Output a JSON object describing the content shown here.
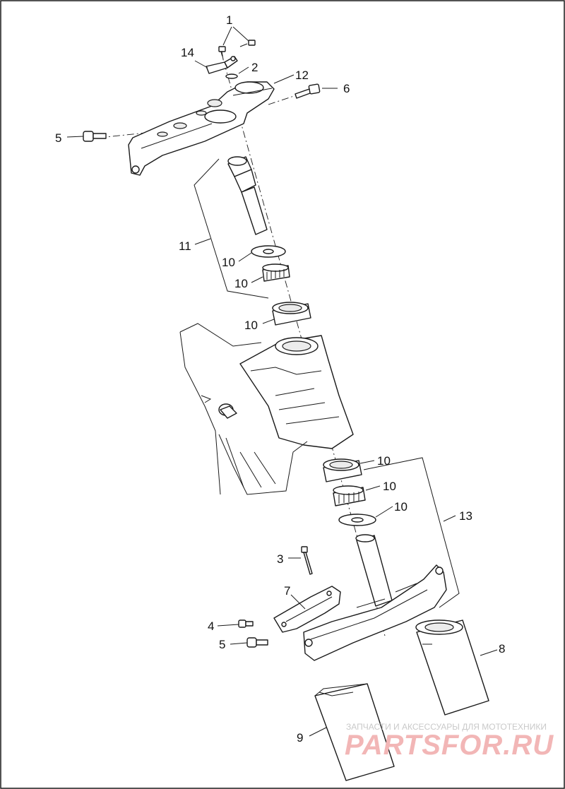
{
  "callouts": {
    "c1": "1",
    "c2": "2",
    "c3": "3",
    "c4": "4",
    "c5a": "5",
    "c5b": "5",
    "c6": "6",
    "c7": "7",
    "c8": "8",
    "c9": "9",
    "c10a": "10",
    "c10b": "10",
    "c10c": "10",
    "c10d": "10",
    "c10e": "10",
    "c10f": "10",
    "c11": "11",
    "c12": "12",
    "c13": "13",
    "c14": "14"
  },
  "watermark": {
    "tagline": "ЗАПЧАСТИ И АКСЕССУАРЫ ДЛЯ МОТОТЕХНИКИ",
    "logo": "PARTSFOR.RU"
  },
  "colors": {
    "line": "#1a1a1a",
    "watermark_logo": "#f2b6b6",
    "watermark_text": "#c9c9c9"
  }
}
